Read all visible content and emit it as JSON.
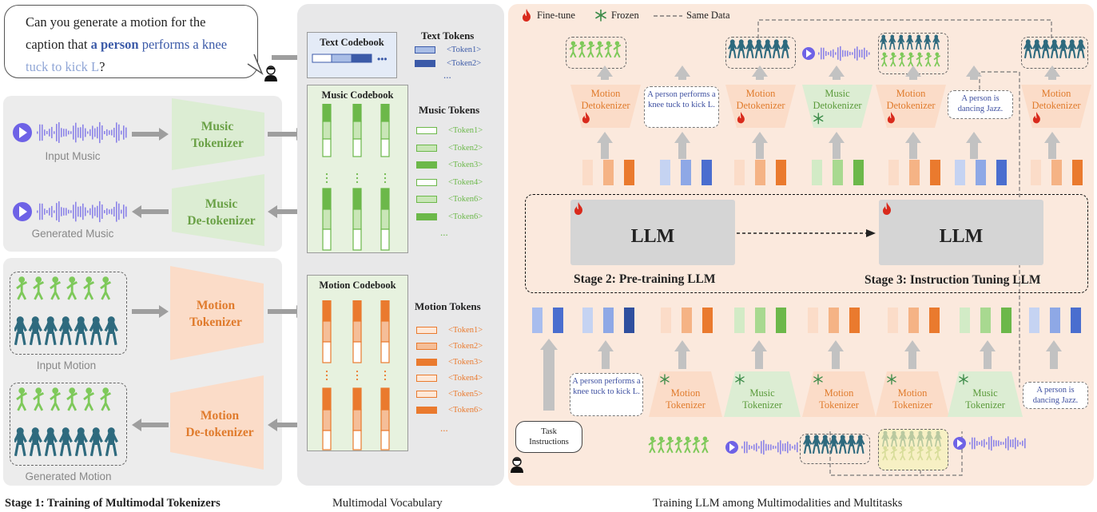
{
  "bubble": {
    "text_pre": "Can you generate a motion for the caption that ",
    "text_bold": "a person",
    "text_mid": " performs a knee",
    "text_light": "tuck to kick L",
    "text_end": "?"
  },
  "music_tokenizer": {
    "label_top": "Music",
    "label_bottom": "Tokenizer",
    "input_caption": "Input Music"
  },
  "music_detokenizer": {
    "label_top": "Music",
    "label_bottom": "De-tokenizer",
    "output_caption": "Generated Music"
  },
  "motion_tokenizer": {
    "label_top": "Motion",
    "label_bottom": "Tokenizer",
    "input_caption": "Input Motion"
  },
  "motion_detokenizer": {
    "label_top": "Motion",
    "label_bottom": "De-tokenizer",
    "output_caption": "Generated Motion"
  },
  "vocab": {
    "text_codebook": "Text Codebook",
    "music_codebook": "Music Codebook",
    "motion_codebook": "Motion Codebook",
    "text_tokens_title": "Text Tokens",
    "text_tokens": [
      "<Token1>",
      "<Token2>"
    ],
    "music_tokens_title": "Music Tokens",
    "music_tokens": [
      "<Token1>",
      "<Token2>",
      "<Token3>",
      "<Token4>",
      "<Token6>",
      "<Token6>"
    ],
    "motion_tokens_title": "Motion Tokens",
    "motion_tokens": [
      "<Token1>",
      "<Token2>",
      "<Token3>",
      "<Token4>",
      "<Token5>",
      "<Token6>"
    ],
    "ellipsis": "..."
  },
  "legend": {
    "finetune": "Fine-tune",
    "frozen": "Frozen",
    "same_data": "Same Data"
  },
  "top_row": {
    "motion_detok": [
      "Motion",
      "Detokenizer"
    ],
    "music_detok": [
      "Music",
      "Detokenizer"
    ],
    "caption_knee": "A person performs a knee tuck to kick L.",
    "caption_jazz": "A person is dancing Jazz."
  },
  "llm": {
    "label": "LLM",
    "stage2": "Stage 2: Pre-training LLM",
    "stage3": "Stage 3: Instruction Tuning LLM"
  },
  "bottom_row": {
    "motion_tok": [
      "Motion",
      "Tokenizer"
    ],
    "music_tok": [
      "Music",
      "Tokenizer"
    ],
    "caption_knee": "A person performs a knee tuck to kick L.",
    "caption_jazz": "A person is dancing Jazz.",
    "task_instructions": "Task Instructions"
  },
  "bottom_labels": {
    "stage1": "Stage 1: Training of Multimodal Tokenizers",
    "vocab": "Multimodal Vocabulary",
    "training": "Training LLM among Multimodalities and Multitasks"
  },
  "colors": {
    "green": "#6cb84a",
    "orange": "#ea7a2e",
    "blue": "#4a6ecf",
    "teal": "#2e6a7e"
  }
}
